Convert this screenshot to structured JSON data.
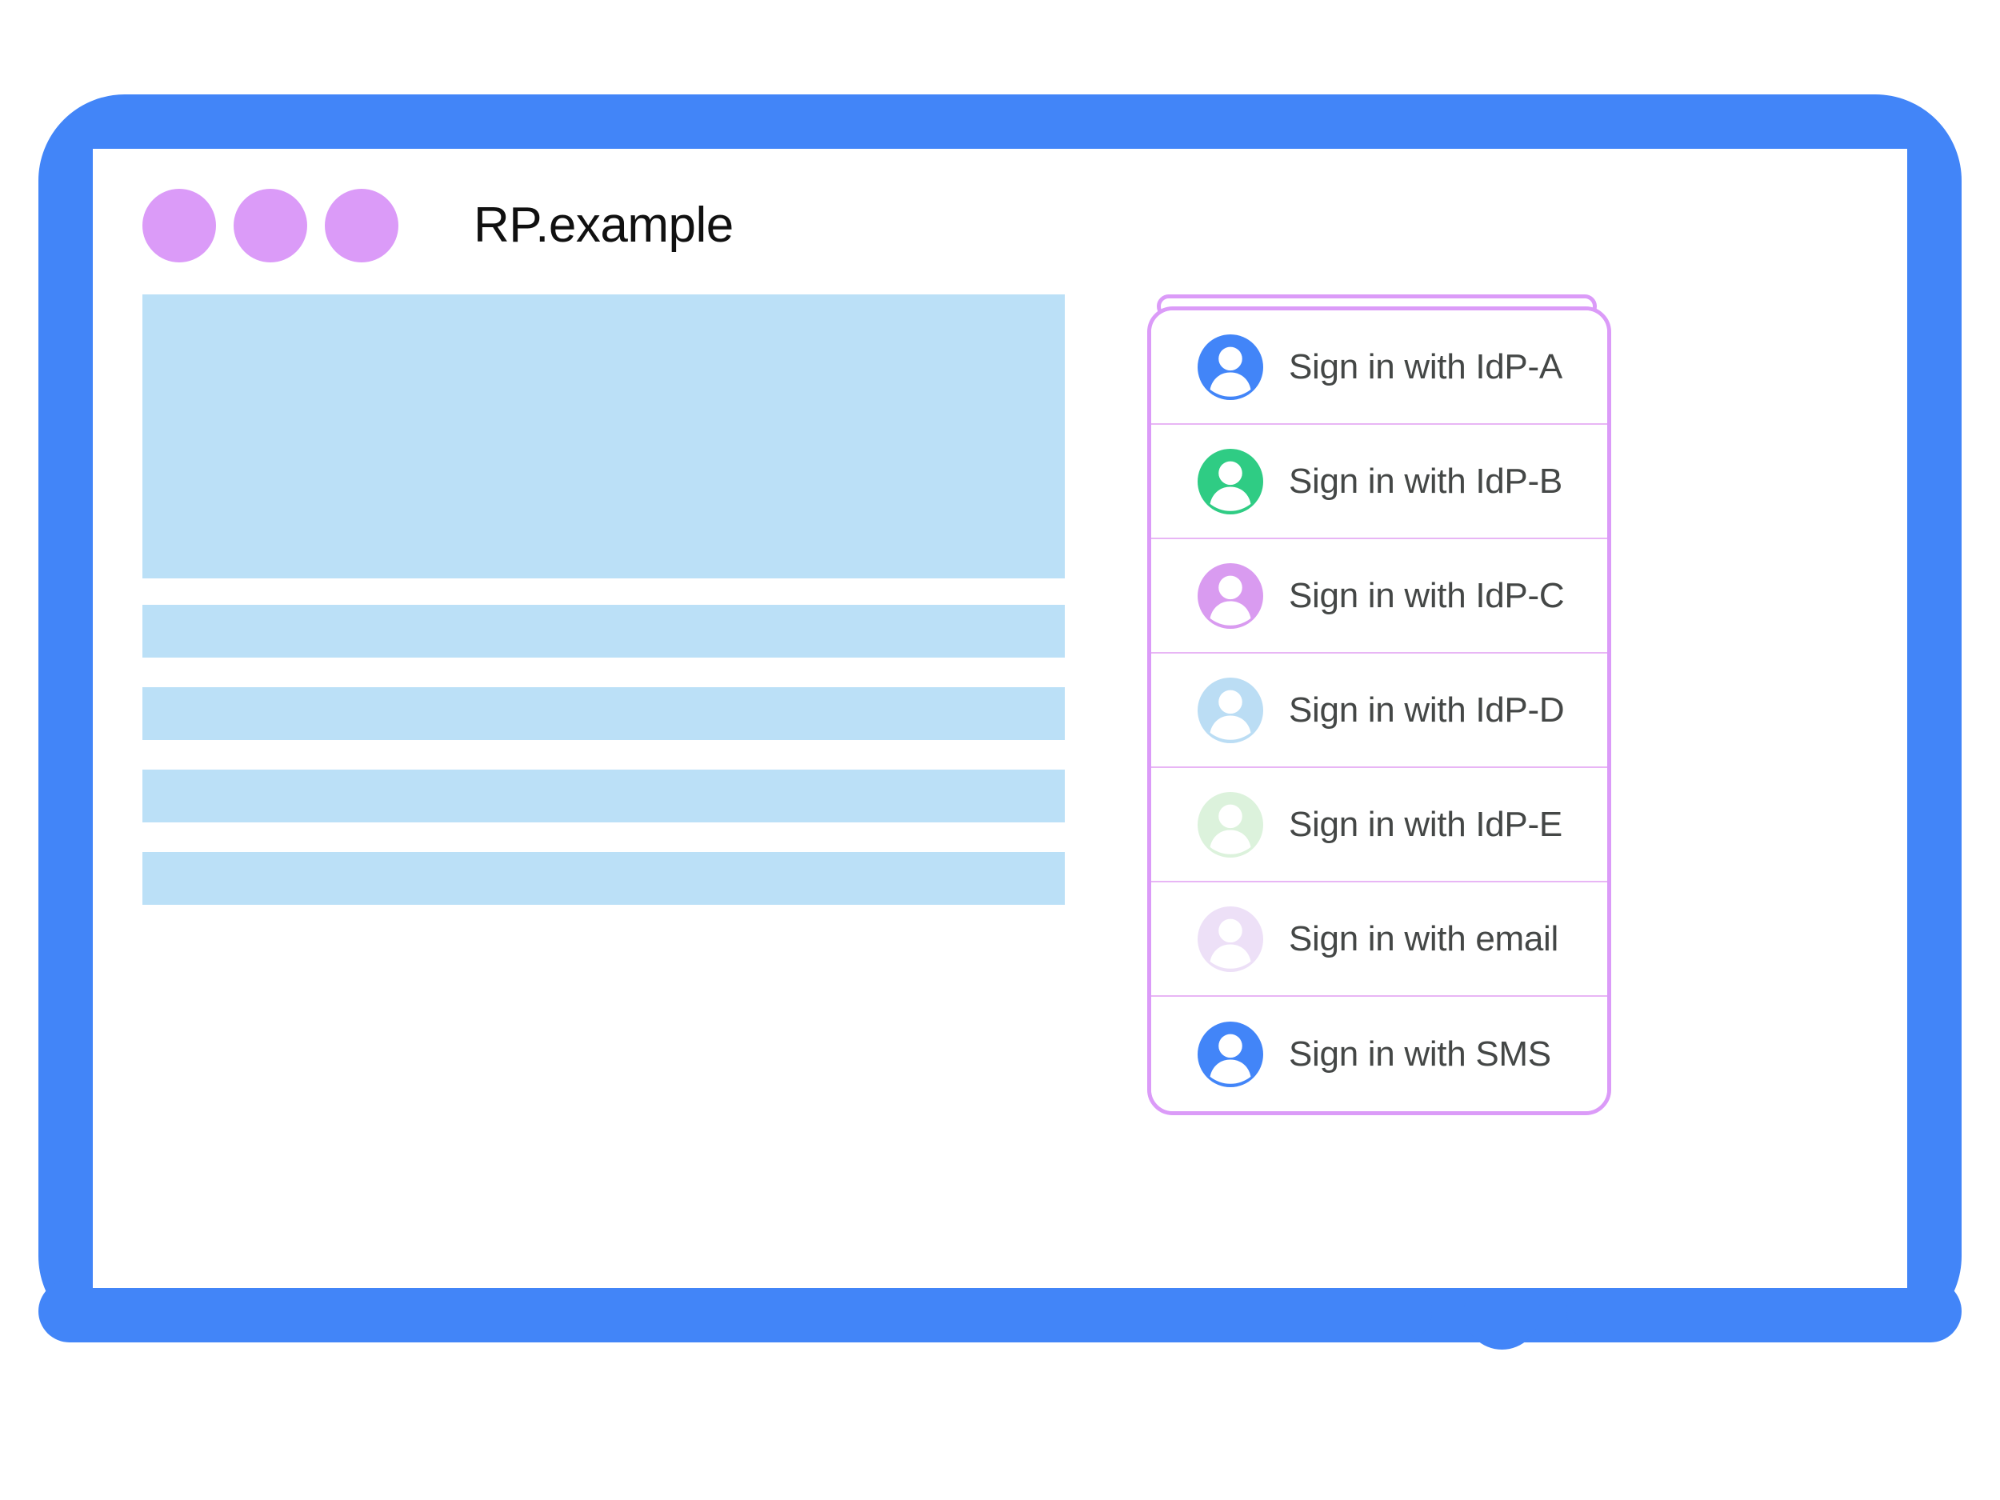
{
  "colors": {
    "brand_blue": "#4285F8",
    "title_dot_purple": "#DB9BF8",
    "skeleton_blue": "#BBE0F7",
    "panel_border_purple": "#DB9BF8",
    "row_divider_purple": "#E8B6F5",
    "page_background": "#FFFFFF",
    "label_text": "#444746",
    "title_text": "#101010"
  },
  "window": {
    "title": "RP.example",
    "title_dots": [
      "title-dot-1",
      "title-dot-2",
      "title-dot-3"
    ]
  },
  "content_blocks": [
    {
      "name": "hero-placeholder",
      "kind": "hero"
    },
    {
      "name": "text-line-placeholder-1",
      "kind": "bar"
    },
    {
      "name": "text-line-placeholder-2",
      "kind": "bar"
    },
    {
      "name": "text-line-placeholder-3",
      "kind": "bar"
    },
    {
      "name": "text-line-placeholder-4",
      "kind": "bar"
    }
  ],
  "account_chooser": {
    "items": [
      {
        "label": "Sign in with IdP-A",
        "icon": "account-avatar-icon",
        "avatar_color": "#4285F8"
      },
      {
        "label": "Sign in with IdP-B",
        "icon": "account-avatar-icon",
        "avatar_color": "#2FCC84"
      },
      {
        "label": "Sign in with IdP-C",
        "icon": "account-avatar-icon",
        "avatar_color": "#D99BF0"
      },
      {
        "label": "Sign in with IdP-D",
        "icon": "account-avatar-icon",
        "avatar_color": "#BBDDF4"
      },
      {
        "label": "Sign in with IdP-E",
        "icon": "account-avatar-icon",
        "avatar_color": "#DCF2DC"
      },
      {
        "label": "Sign in with email",
        "icon": "account-avatar-icon",
        "avatar_color": "#EDE0F7"
      },
      {
        "label": "Sign in with SMS",
        "icon": "account-avatar-icon",
        "avatar_color": "#4285F8"
      }
    ]
  },
  "device": {
    "home_button": "home-button",
    "chin_left": "device-chin-left",
    "chin_right": "device-chin-right"
  }
}
